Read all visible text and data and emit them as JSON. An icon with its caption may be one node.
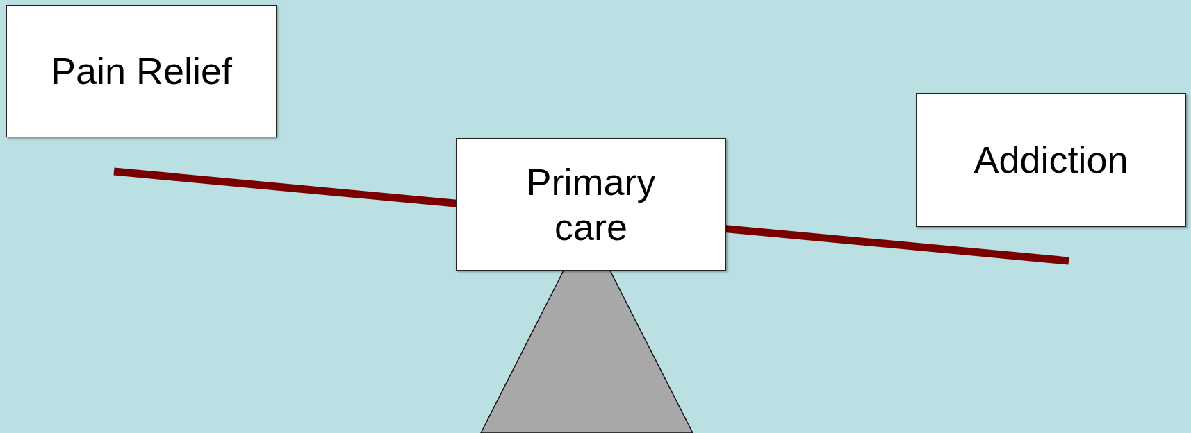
{
  "diagram": {
    "nodes": [
      {
        "text": [
          "Pain Relief"
        ]
      },
      {
        "text": [
          "Primary care"
        ]
      },
      {
        "text": [
          "Addiction"
        ]
      }
    ]
  }
}
